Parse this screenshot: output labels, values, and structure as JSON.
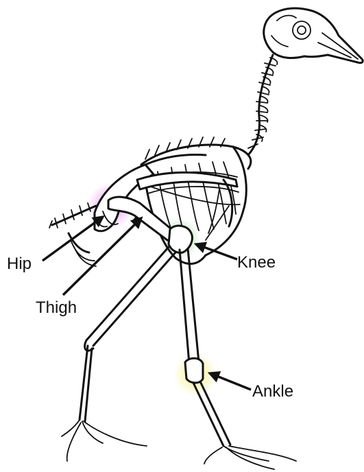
{
  "labels": {
    "hip": "Hip",
    "thigh": "Thigh",
    "knee": "Knee",
    "ankle": "Ankle"
  },
  "highlight_colors": {
    "hip": "#e87fe8",
    "knee": "#8fd08a",
    "ankle": "#f4f07a"
  }
}
